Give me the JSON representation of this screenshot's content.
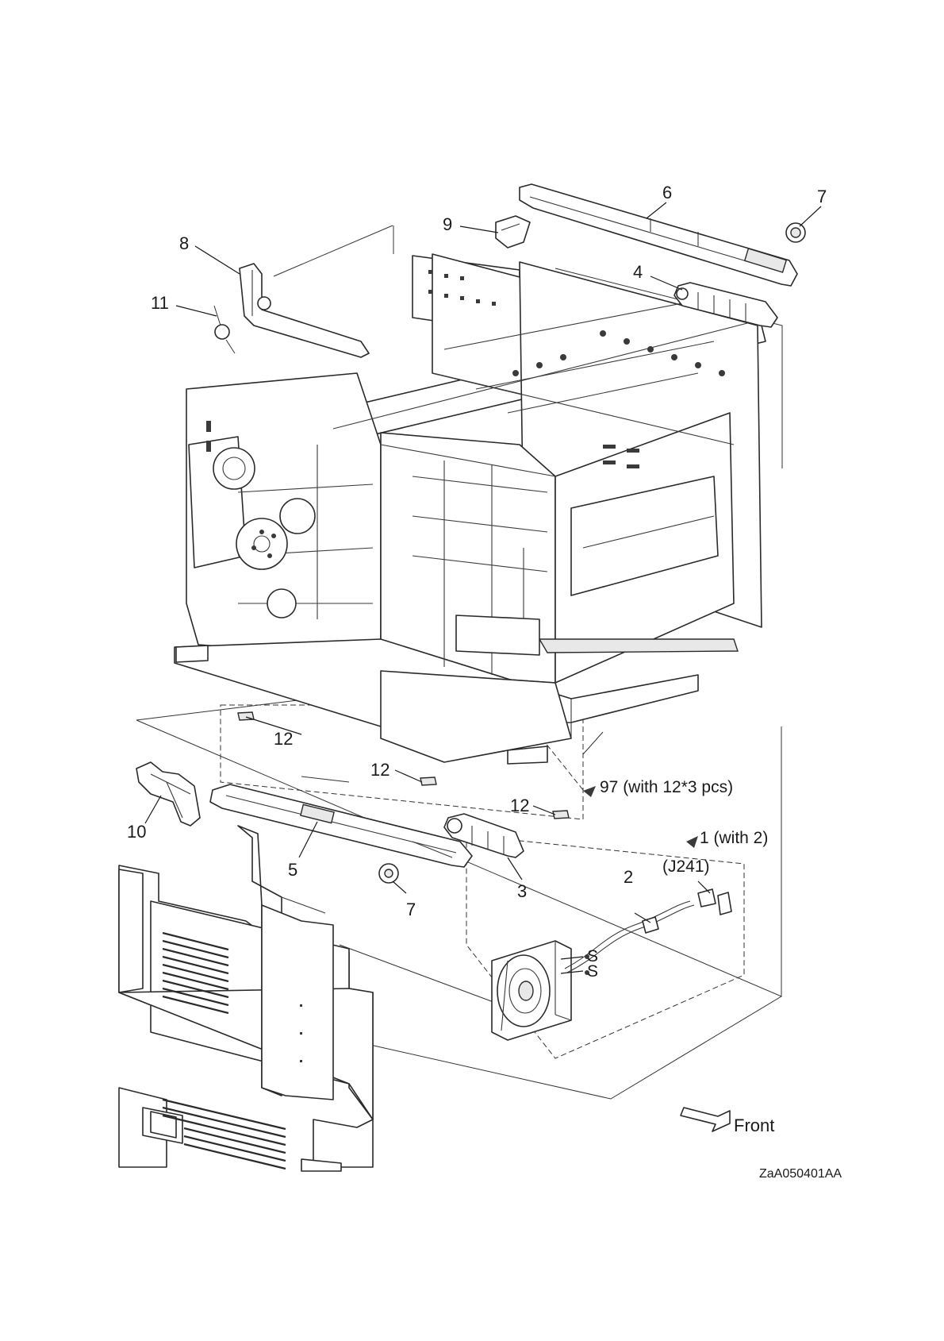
{
  "diagram": {
    "callouts": {
      "c1": "1 (with 2)",
      "c2": "2",
      "c2_connector": "(J241)",
      "c3": "3",
      "c4": "4",
      "c5": "5",
      "c6": "6",
      "c7_top": "7",
      "c7_bottom": "7",
      "c8": "8",
      "c9": "9",
      "c10": "10",
      "c11": "11",
      "c12_a": "12",
      "c12_b": "12",
      "c12_c": "12",
      "c97": "97 (with 12*3 pcs)"
    },
    "screw_marks": [
      "S",
      "S"
    ],
    "front_label": "Front",
    "drawing_code": "ZaA050401AA"
  }
}
